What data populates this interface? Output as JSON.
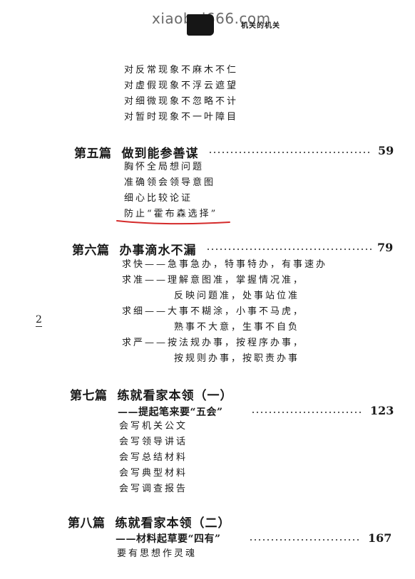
{
  "watermark": "xiaobai666.com",
  "header_title": "机关的机关",
  "page_number": "2",
  "intro_lines": [
    "对反常现象不麻木不仁",
    "对虚假现象不浮云遮望",
    "对细微现象不忽略不计",
    "对暂时现象不一叶障目"
  ],
  "ch5": {
    "label": "第五篇",
    "title": "做到能参善谋",
    "page": "59",
    "lines": [
      "胸怀全局想问题",
      "准确领会领导意图",
      "细心比较论证",
      "防止“霍布森选择”"
    ]
  },
  "ch6": {
    "label": "第六篇",
    "title": "办事滴水不漏",
    "page": "79",
    "lines": [
      "求快——急事急办，特事特办，有事速办",
      "求准——理解意图准，掌握情况准，",
      "反映问题准，处事站位准",
      "求细——大事不糊涂，小事不马虎，",
      "熟事不大意，生事不自负",
      "求严——按法规办事，按程序办事，",
      "按规则办事，按职责办事"
    ]
  },
  "ch7": {
    "label": "第七篇",
    "title": "练就看家本领（一）",
    "subtitle": "——提起笔来要“五会”",
    "page": "123",
    "lines": [
      "会写机关公文",
      "会写领导讲话",
      "会写总结材料",
      "会写典型材料",
      "会写调查报告"
    ]
  },
  "ch8": {
    "label": "第八篇",
    "title": "练就看家本领（二）",
    "subtitle": "——材料起草要“四有”",
    "page": "167",
    "lines": [
      "要有思想作灵魂"
    ]
  },
  "colors": {
    "underline": "#d42a2a",
    "text": "#1a1a1a"
  }
}
